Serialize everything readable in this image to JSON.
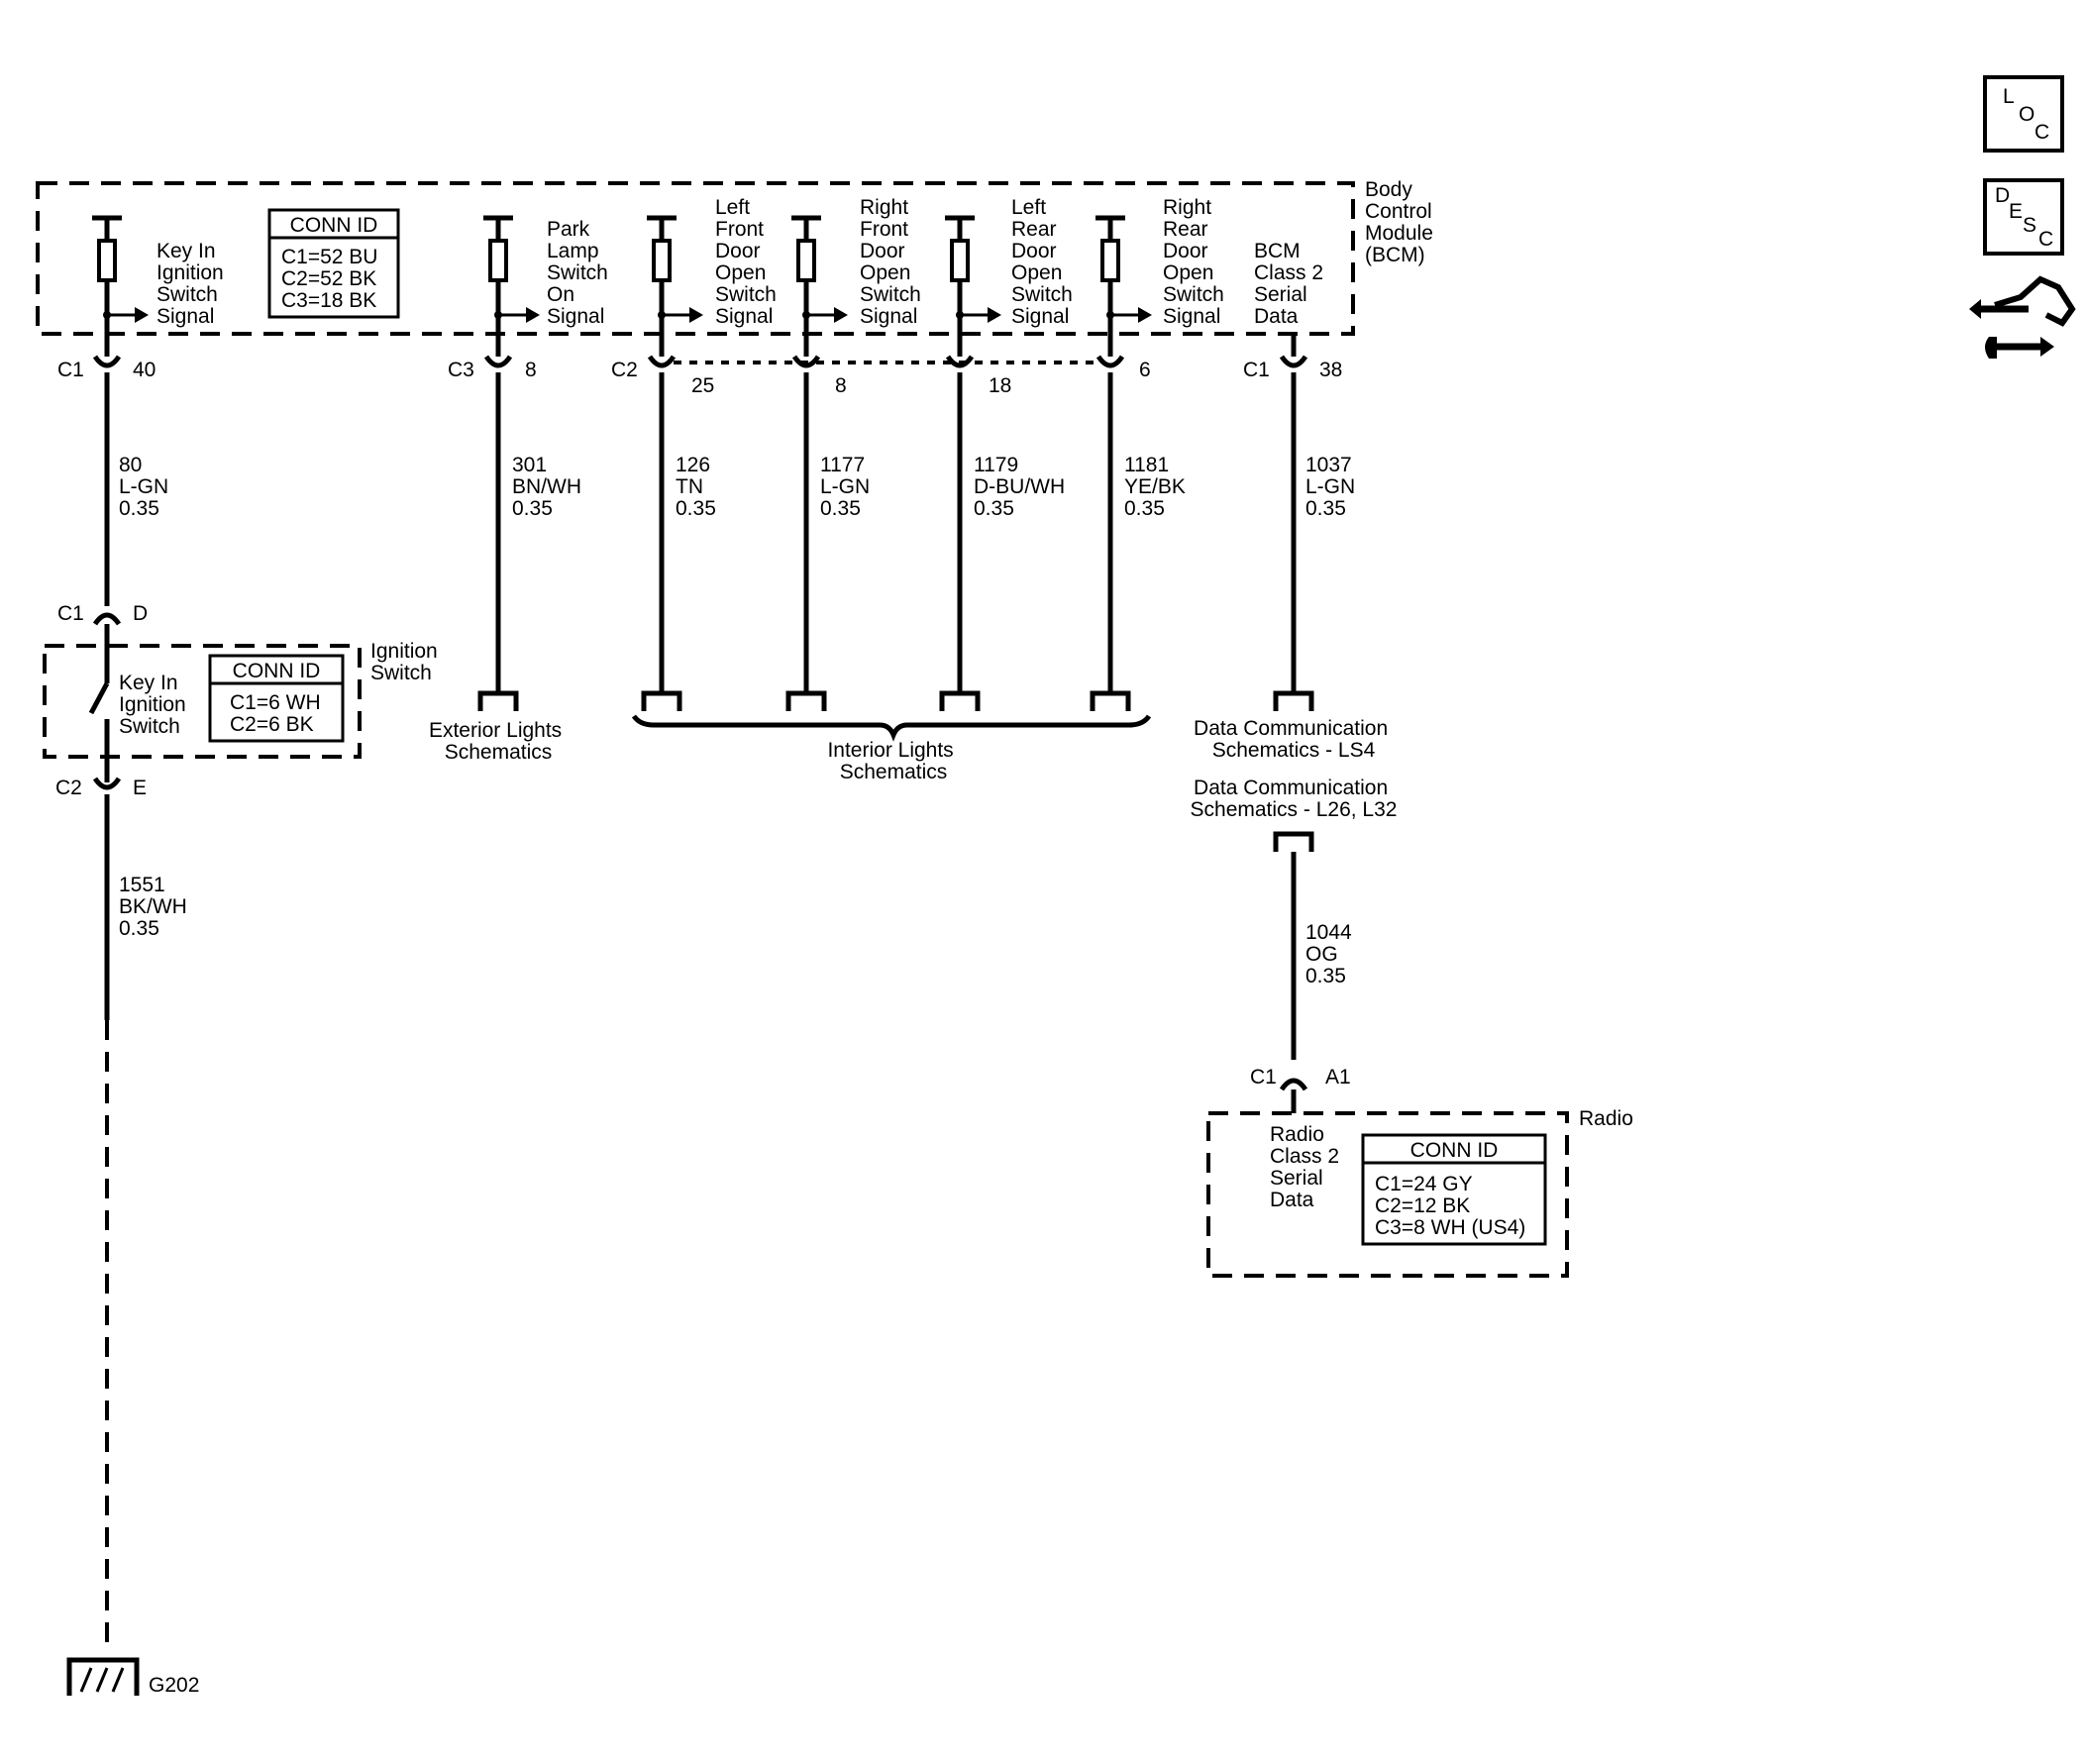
{
  "colors": {
    "ink": "#000000",
    "background": "#ffffff"
  },
  "bcm": {
    "title": [
      "Body",
      "Control",
      "Module",
      "(BCM)"
    ],
    "conn_id": {
      "header": "CONN ID",
      "rows": [
        "C1=52 BU",
        "C2=52 BK",
        "C3=18 BK"
      ]
    },
    "signals": [
      {
        "label": [
          "Key In",
          "Ignition",
          "Switch",
          "Signal"
        ],
        "conn": "C1",
        "pin": "40",
        "circuit": "80",
        "color": "L-GN",
        "size": "0.35"
      },
      {
        "label": [
          "Park",
          "Lamp",
          "Switch",
          "On",
          "Signal"
        ],
        "conn": "C3",
        "pin": "8",
        "circuit": "301",
        "color": "BN/WH",
        "size": "0.35"
      },
      {
        "label": [
          "Left",
          "Front",
          "Door",
          "Open",
          "Switch",
          "Signal"
        ],
        "conn": "C2",
        "pin": "25",
        "circuit": "126",
        "color": "TN",
        "size": "0.35"
      },
      {
        "label": [
          "Right",
          "Front",
          "Door",
          "Open",
          "Switch",
          "Signal"
        ],
        "conn": "",
        "pin": "8",
        "circuit": "1177",
        "color": "L-GN",
        "size": "0.35"
      },
      {
        "label": [
          "Left",
          "Rear",
          "Door",
          "Open",
          "Switch",
          "Signal"
        ],
        "conn": "",
        "pin": "18",
        "circuit": "1179",
        "color": "D-BU/WH",
        "size": "0.35"
      },
      {
        "label": [
          "Right",
          "Rear",
          "Door",
          "Open",
          "Switch",
          "Signal"
        ],
        "conn": "",
        "pin": "6",
        "circuit": "1181",
        "color": "YE/BK",
        "size": "0.35"
      },
      {
        "label": [
          "BCM",
          "Class 2",
          "Serial",
          "Data"
        ],
        "conn": "C1",
        "pin": "38",
        "circuit": "1037",
        "color": "L-GN",
        "size": "0.35"
      }
    ]
  },
  "ignition_switch": {
    "title": [
      "Ignition",
      "Switch"
    ],
    "top_conn": {
      "conn": "C1",
      "pin": "D"
    },
    "bottom_conn": {
      "conn": "C2",
      "pin": "E"
    },
    "switch_label": [
      "Key In",
      "Ignition",
      "Switch"
    ],
    "conn_id": {
      "header": "CONN ID",
      "rows": [
        "C1=6 WH",
        "C2=6 BK"
      ]
    },
    "ground_wire": {
      "circuit": "1551",
      "color": "BK/WH",
      "size": "0.35"
    },
    "ground": "G202"
  },
  "references": {
    "exterior": [
      "Exterior Lights",
      "Schematics"
    ],
    "interior": [
      "Interior Lights",
      "Schematics"
    ],
    "data_ls4": [
      "Data Communication",
      "Schematics - LS4"
    ],
    "data_l26": [
      "Data Communication",
      "Schematics - L26, L32"
    ]
  },
  "radio": {
    "title": "Radio",
    "connector": {
      "conn": "C1",
      "pin": "A1"
    },
    "wire": {
      "circuit": "1044",
      "color": "OG",
      "size": "0.35"
    },
    "label": [
      "Radio",
      "Class 2",
      "Serial",
      "Data"
    ],
    "conn_id": {
      "header": "CONN ID",
      "rows": [
        "C1=24 GY",
        "C2=12 BK",
        "C3=8 WH (US4)"
      ]
    }
  },
  "icons": {
    "loc": {
      "letters": [
        "L",
        "O",
        "C"
      ],
      "name": "loc-icon"
    },
    "desc": {
      "letters": [
        "D",
        "E",
        "S",
        "C"
      ],
      "name": "desc-icon"
    },
    "nav": "navigation-hand-icon"
  }
}
